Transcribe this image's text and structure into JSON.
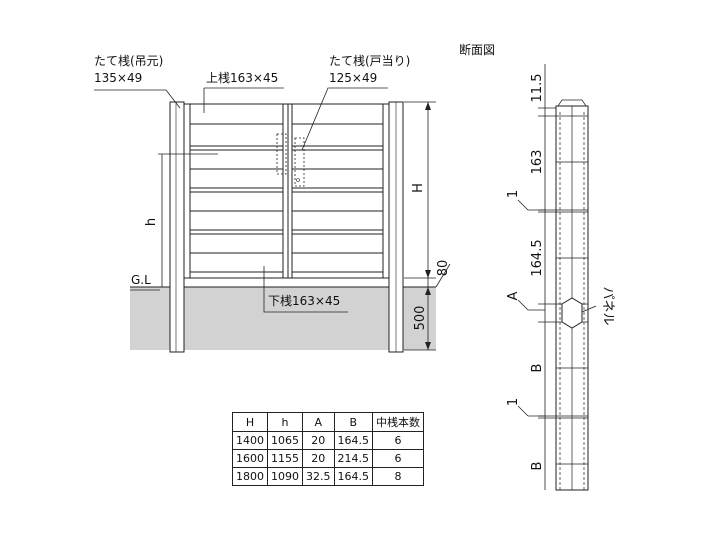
{
  "drawing": {
    "section_title": "断面図",
    "labels": {
      "post_hinge": "たて桟(吊元)",
      "post_hinge_size": "135×49",
      "top_rail": "上桟163×45",
      "post_latch": "たて桟(戸当り)",
      "post_latch_size": "125×49",
      "bottom_rail": "下桟163×45",
      "gl": "G.L",
      "dim_h_upper": "H",
      "dim_h_lower": "h",
      "dim_80": "80",
      "dim_500": "500"
    },
    "section": {
      "dim_115": "11.5",
      "dim_163": "163",
      "dim_1_top": "1",
      "dim_1645": "164.5",
      "dim_A": "A",
      "panel": "パネル",
      "dim_B_upper": "B",
      "dim_1_mid": "1",
      "dim_B_lower": "B"
    }
  },
  "table": {
    "headers": [
      "H",
      "h",
      "A",
      "B",
      "中桟本数"
    ],
    "rows": [
      [
        "1400",
        "1065",
        "20",
        "164.5",
        "6"
      ],
      [
        "1600",
        "1155",
        "20",
        "214.5",
        "6"
      ],
      [
        "1800",
        "1090",
        "32.5",
        "164.5",
        "8"
      ]
    ]
  },
  "colors": {
    "ground": "#d2d2d2",
    "line": "#222222"
  }
}
